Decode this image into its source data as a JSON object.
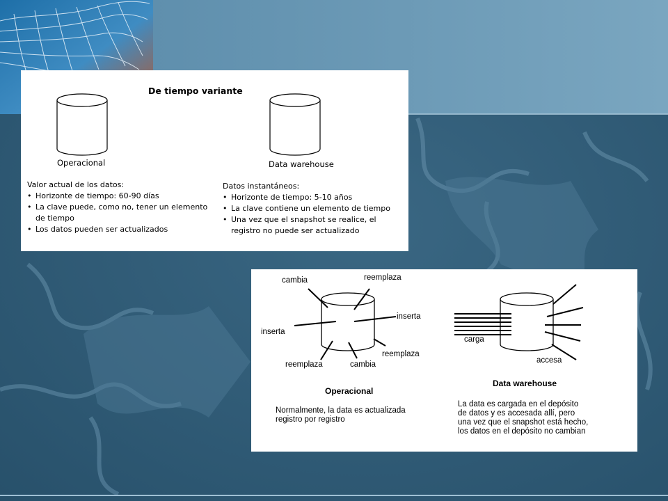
{
  "top_diagram": {
    "title": "De tiempo variante",
    "operational": {
      "caption": "Operacional",
      "heading": "Valor actual de los datos:",
      "bullets": [
        "Horizonte de tiempo: 60-90 días",
        "La clave puede, como no, tener un elemento",
        "Los datos pueden ser actualizados"
      ],
      "bullet_continuation": "de tiempo"
    },
    "warehouse": {
      "caption": "Data warehouse",
      "heading": "Datos instantáneos:",
      "bullets": [
        "Horizonte de tiempo: 5-10 años",
        "La clave contiene un elemento de tiempo",
        "Una vez que el snapshot se realice, el"
      ],
      "bullet_continuation": "registro no puede ser actualizado"
    }
  },
  "bottom_diagram": {
    "operational": {
      "labels": {
        "cambia_top": "cambia",
        "reemplaza_top": "reemplaza",
        "inserta_left": "inserta",
        "inserta_right": "inserta",
        "reemplaza_right": "reemplaza",
        "reemplaza_bottom": "reemplaza",
        "cambia_bottom": "cambia"
      },
      "title": "Operacional",
      "description": "Normalmente, la data es actualizada\nregistro por registro"
    },
    "warehouse": {
      "labels": {
        "carga": "carga",
        "accesa": "accesa"
      },
      "title": "Data warehouse",
      "description": "La data es cargada en el depósito\nde datos y es accesada allí, pero\nuna vez que el snapshot está hecho,\nlos datos en el depósito no cambian"
    }
  },
  "colors": {
    "background": "#2f5a75",
    "banner": "#6f9cb8",
    "ink": "#000000"
  }
}
